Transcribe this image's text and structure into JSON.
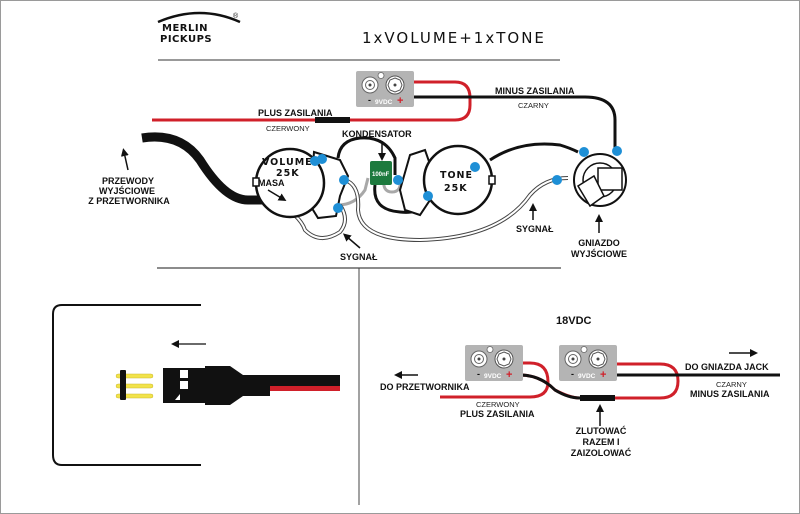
{
  "logo": {
    "line1": "MERLIN",
    "line2": "PICKUPS",
    "registered": "®"
  },
  "title": "1xVOLUME+1xTONE",
  "colors": {
    "red_wire": "#d0202a",
    "black_wire": "#111111",
    "solder_point": "#1e8fd6",
    "capacitor": "#1d7a3e",
    "battery_clip": "#b4b4b4",
    "gray_wire": "#a8a8a8",
    "pin_yellow": "#f2e34a"
  },
  "top_diagram": {
    "battery": {
      "minus": "-",
      "plus": "+",
      "voltage": "9VDC"
    },
    "plus_supply": "PLUS  ZASILANIA",
    "plus_color": "CZERWONY",
    "minus_supply": "MINUS ZASILANIA",
    "minus_color": "CZARNY",
    "capacitor_label": "KONDENSATOR",
    "capacitor_value": "100nF",
    "pickup_wires": [
      "PRZEWODY",
      "WYJŚCIOWE",
      "Z PRZETWORNIKA"
    ],
    "volume_pot": {
      "name": "VOLUME",
      "value": "25K"
    },
    "tone_pot": {
      "name": "TONE",
      "value": "25K"
    },
    "ground_label": "MASA",
    "signal_label_left": "SYGNAŁ",
    "signal_label_right": "SYGNAŁ",
    "jack_label": [
      "GNIAZDO",
      "WYJŚCIOWE"
    ]
  },
  "bottom_right": {
    "heading": "18VDC",
    "battery_left": {
      "minus": "-",
      "plus": "+",
      "voltage": "9VDC"
    },
    "battery_right": {
      "minus": "-",
      "plus": "+",
      "voltage": "9VDC"
    },
    "to_pickup": "DO PRZETWORNIKA",
    "plus_color": "CZERWONY",
    "plus_supply": "PLUS  ZASILANIA",
    "to_jack": "DO GNIAZDA JACK",
    "minus_color": "CZARNY",
    "minus_supply": "MINUS ZASILANIA",
    "solder_note": [
      "ZLUTOWAĆ",
      "RAZEM I",
      "ZAIZOLOWAĆ"
    ]
  }
}
